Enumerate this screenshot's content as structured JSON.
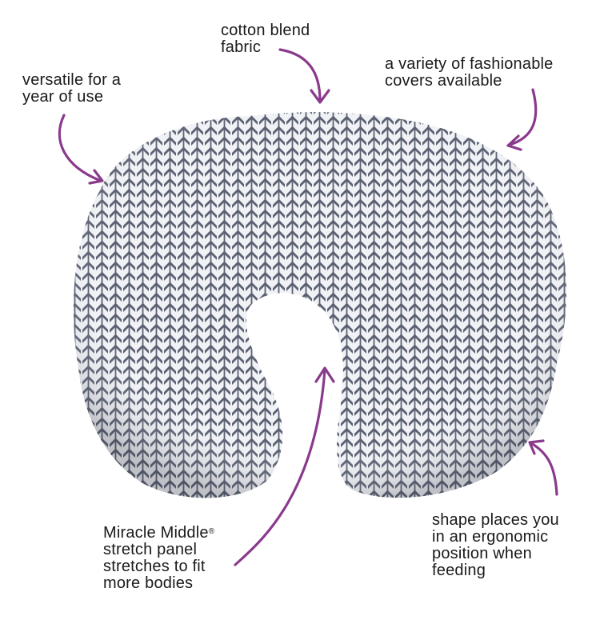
{
  "image": {
    "subject": "nursing pillow with grey herringbone cover",
    "background_color": "#ffffff",
    "pillow_base_color": "#5b6172",
    "pillow_pattern_color": "#f1f2f6",
    "arrow_color": "#8a3a8c",
    "text_color": "#1a1a1a"
  },
  "callouts": {
    "fabric": {
      "lines": [
        "cotton blend",
        "fabric"
      ]
    },
    "versatile": {
      "lines": [
        "versatile for a",
        "year of use"
      ]
    },
    "covers": {
      "lines": [
        "a variety of fashionable",
        "covers available"
      ]
    },
    "middle": {
      "lines": [
        "Miracle Middle",
        "stretch panel",
        "stretches to fit",
        "more bodies"
      ],
      "mark": "®"
    },
    "shape": {
      "lines": [
        "shape places you",
        "in an ergonomic",
        "position when",
        "feeding"
      ]
    }
  }
}
